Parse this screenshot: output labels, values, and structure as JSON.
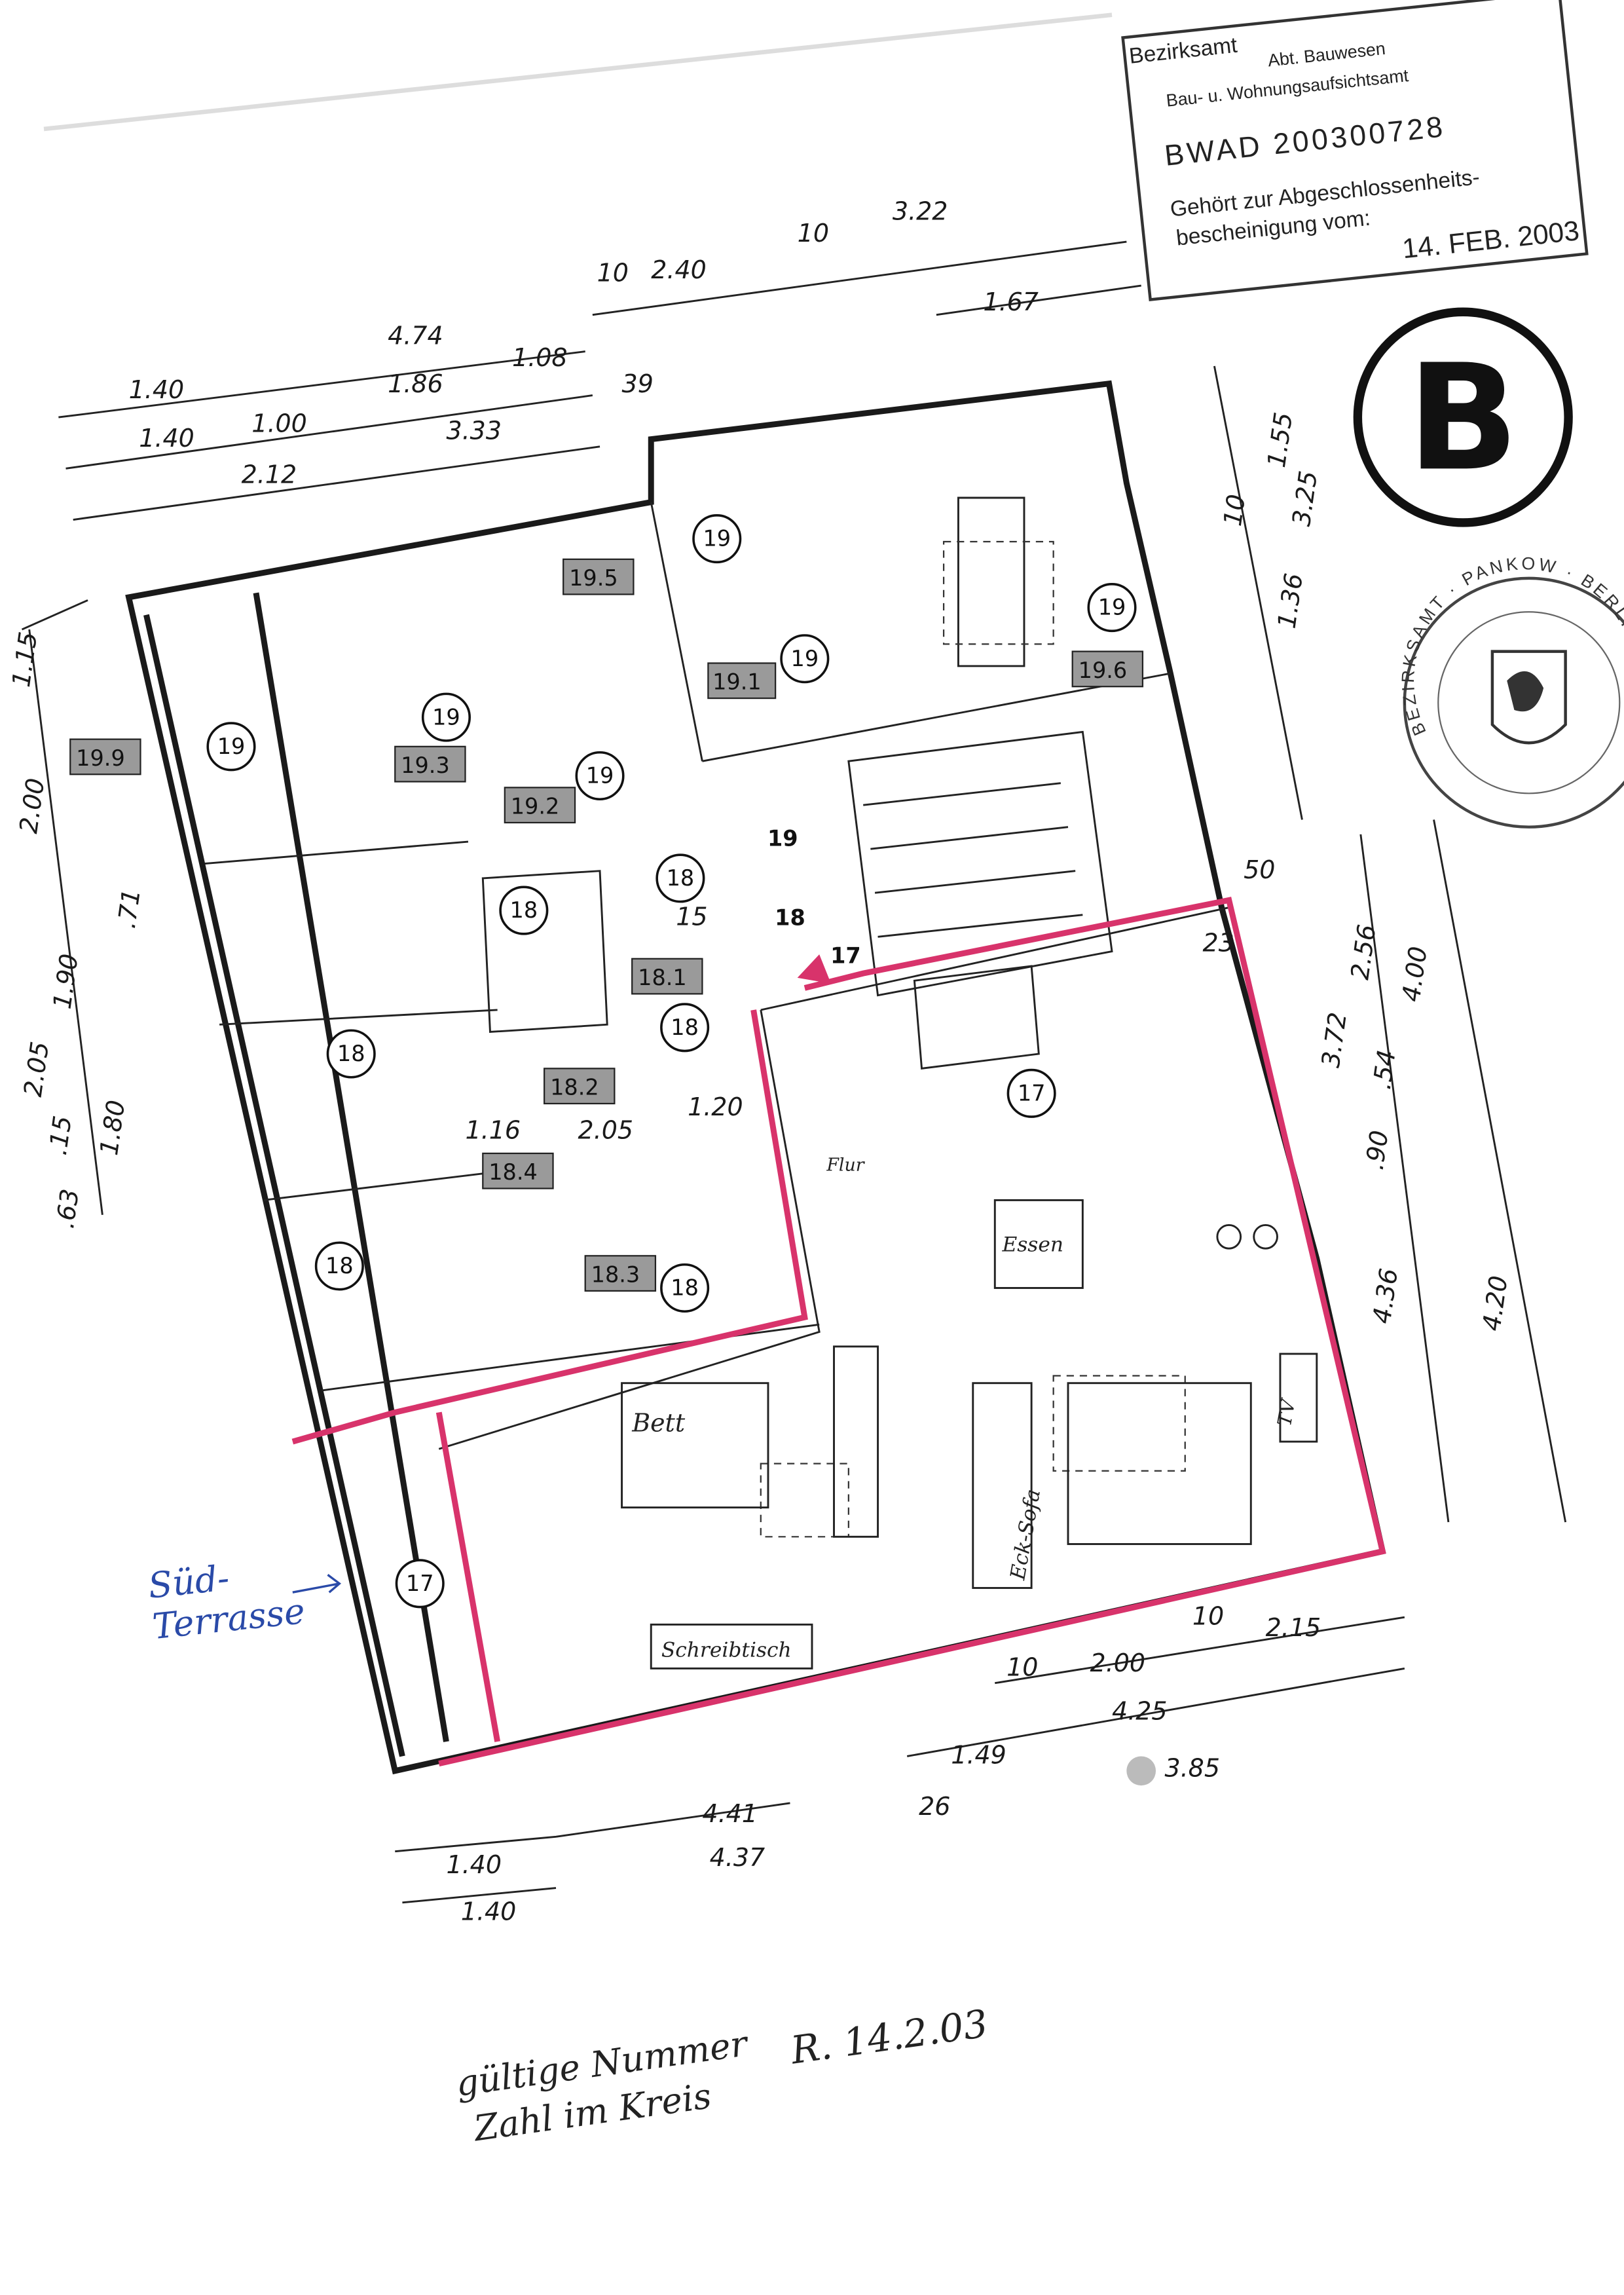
{
  "stamp": {
    "line1": "Bezirksamt",
    "line2": "Abt. Bauwesen",
    "line3": "Bau- u. Wohnungsaufsichtsamt",
    "reference": "BWAD 200300728",
    "line4": "Gehört zur Abgeschlossenheits-",
    "line5": "bescheinigung vom:",
    "date": "14. FEB. 2003"
  },
  "seal": {
    "letter": "B",
    "text": "BEZIRKSAMT · PANKOW · BERLIN"
  },
  "rooms": [
    {
      "id": "19.9",
      "unit": "19"
    },
    {
      "id": "19.3",
      "unit": "19"
    },
    {
      "id": "19.2",
      "unit": "19"
    },
    {
      "id": "19.5",
      "unit": "19"
    },
    {
      "id": "19.1",
      "unit": "19"
    },
    {
      "id": "19.6",
      "unit": "19"
    },
    {
      "id": "18.1",
      "unit": "18"
    },
    {
      "id": "18.2",
      "unit": "18"
    },
    {
      "id": "18.4",
      "unit": "18"
    },
    {
      "id": "18.3",
      "unit": "18"
    }
  ],
  "unit_circles": [
    "19",
    "19",
    "19",
    "19",
    "19",
    "19",
    "18",
    "18",
    "18",
    "18",
    "18",
    "18",
    "17",
    "17"
  ],
  "stair_labels": [
    "19",
    "18",
    "17"
  ],
  "furniture": {
    "bed": "Bett",
    "sofa": "Eck-Sofa",
    "desk": "Schreibtisch",
    "dining": "Essen",
    "tv": "TV",
    "hall": "Flur"
  },
  "dimensions": {
    "top": [
      "4.74",
      "10",
      "2.40",
      "10",
      "3.22",
      "1.67",
      "1.40",
      "1.00",
      "1.86",
      "1.08",
      "39",
      "1.40",
      "3.33",
      "2.12"
    ],
    "left": [
      "2.00",
      "1.90",
      "2.05",
      "1.80",
      ".63",
      ".15",
      "1.15",
      ".71"
    ],
    "right": [
      "1.55",
      "10",
      "3.25",
      "1.36",
      "50",
      "23",
      "3.72",
      "2.56",
      "4.00",
      ".90",
      ".54",
      "4.36",
      "4.20"
    ],
    "bottom": [
      "10",
      "2.15",
      "10",
      "2.00",
      "4.25",
      "1.49",
      "3.85",
      "4.41",
      "4.37",
      "26",
      "1.40",
      "1.40"
    ],
    "inner": [
      "1.16",
      "2.05",
      "1.20",
      "15"
    ]
  },
  "annotations": {
    "terrace": "Süd-Terrasse",
    "note_line1": "gültige Nummer",
    "note_line2": "Zahl im Kreis",
    "note_date": "R. 14.2.03"
  }
}
